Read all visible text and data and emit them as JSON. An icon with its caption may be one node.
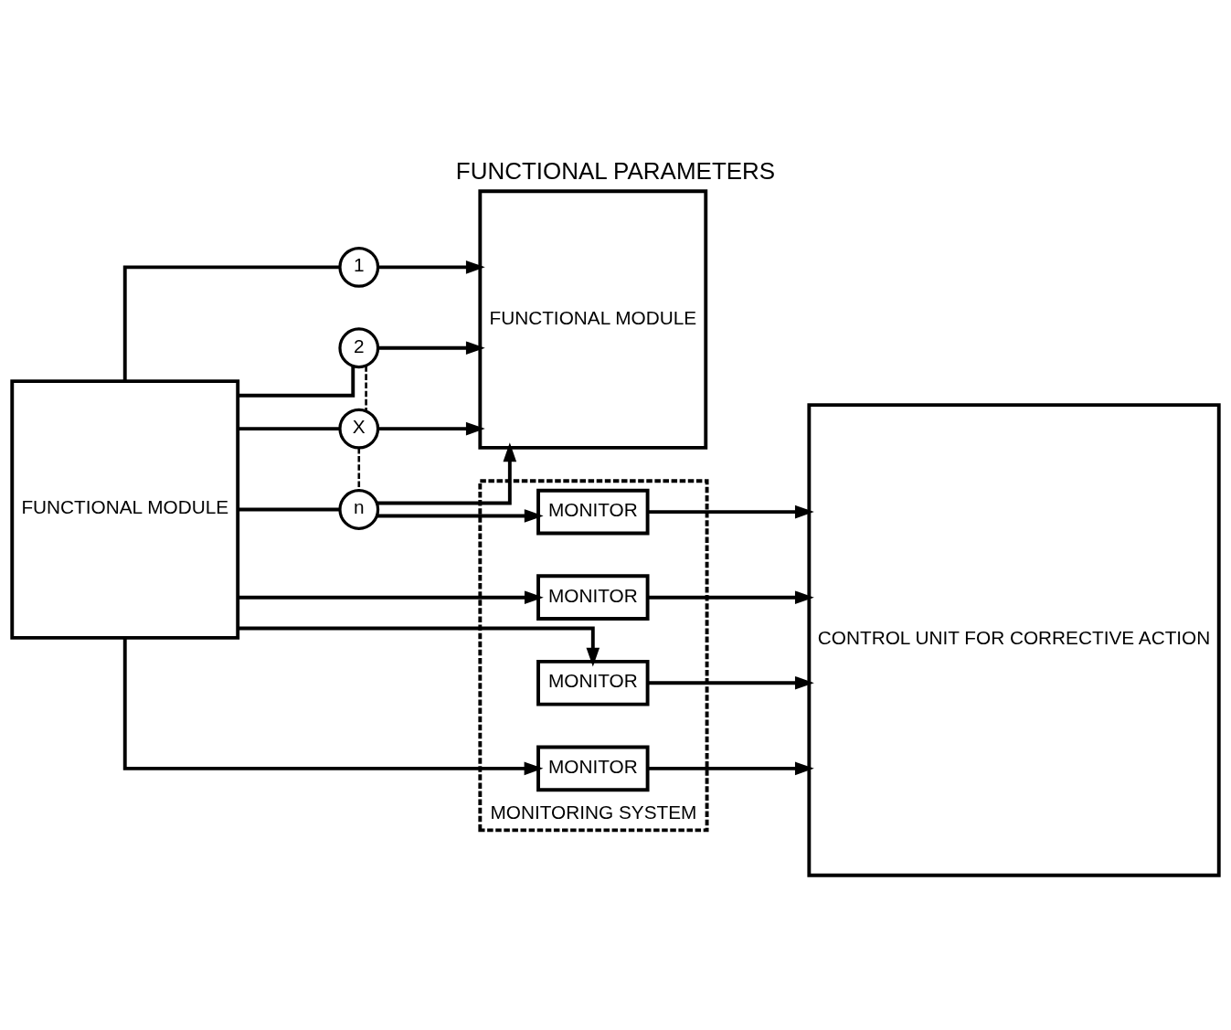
{
  "diagram": {
    "title": "FUNCTIONAL PARAMETERS",
    "nodes": [
      {
        "text": [
          "FUNCTIONAL MODULE"
        ]
      },
      {
        "text": [
          "1"
        ]
      },
      {
        "text": [
          "2"
        ]
      },
      {
        "text": [
          "X"
        ]
      },
      {
        "text": [
          "n"
        ]
      },
      {
        "text": [
          "FUNCTIONAL MODULE"
        ]
      },
      {
        "text": [
          "MONITORING SYSTEM"
        ]
      },
      {
        "text": [
          "MONITOR"
        ],
        "in": 6
      },
      {
        "text": [
          "MONITOR"
        ],
        "in": 6
      },
      {
        "text": [
          "MONITOR"
        ],
        "in": 6
      },
      {
        "text": [
          "MONITOR"
        ],
        "in": 6
      },
      {
        "text": [
          "CONTROL UNIT FOR CORRECTIVE ACTION"
        ]
      }
    ],
    "edges": [
      {
        "from": 0,
        "to": 1,
        "arrow": "none"
      },
      {
        "from": 1,
        "to": 5,
        "arrow": "to"
      },
      {
        "from": 0,
        "to": 2,
        "arrow": "none"
      },
      {
        "from": 2,
        "to": 5,
        "arrow": "to"
      },
      {
        "from": 0,
        "to": 3,
        "arrow": "none"
      },
      {
        "from": 3,
        "to": 5,
        "arrow": "to"
      },
      {
        "from": 0,
        "to": 4,
        "arrow": "none"
      },
      {
        "from": 4,
        "to": 5,
        "arrow": "to"
      },
      {
        "from": 2,
        "to": 3,
        "arrow": "none",
        "style": "dashed"
      },
      {
        "from": 3,
        "to": 4,
        "arrow": "none",
        "style": "dashed"
      },
      {
        "from": 0,
        "to": 7,
        "arrow": "to"
      },
      {
        "from": 0,
        "to": 8,
        "arrow": "to"
      },
      {
        "from": 0,
        "to": 9,
        "arrow": "to"
      },
      {
        "from": 4,
        "to": 10,
        "arrow": "to"
      },
      {
        "from": 7,
        "to": 11,
        "arrow": "to"
      },
      {
        "from": 8,
        "to": 11,
        "arrow": "to"
      },
      {
        "from": 9,
        "to": 11,
        "arrow": "to"
      },
      {
        "from": 10,
        "to": 11,
        "arrow": "to"
      }
    ]
  }
}
